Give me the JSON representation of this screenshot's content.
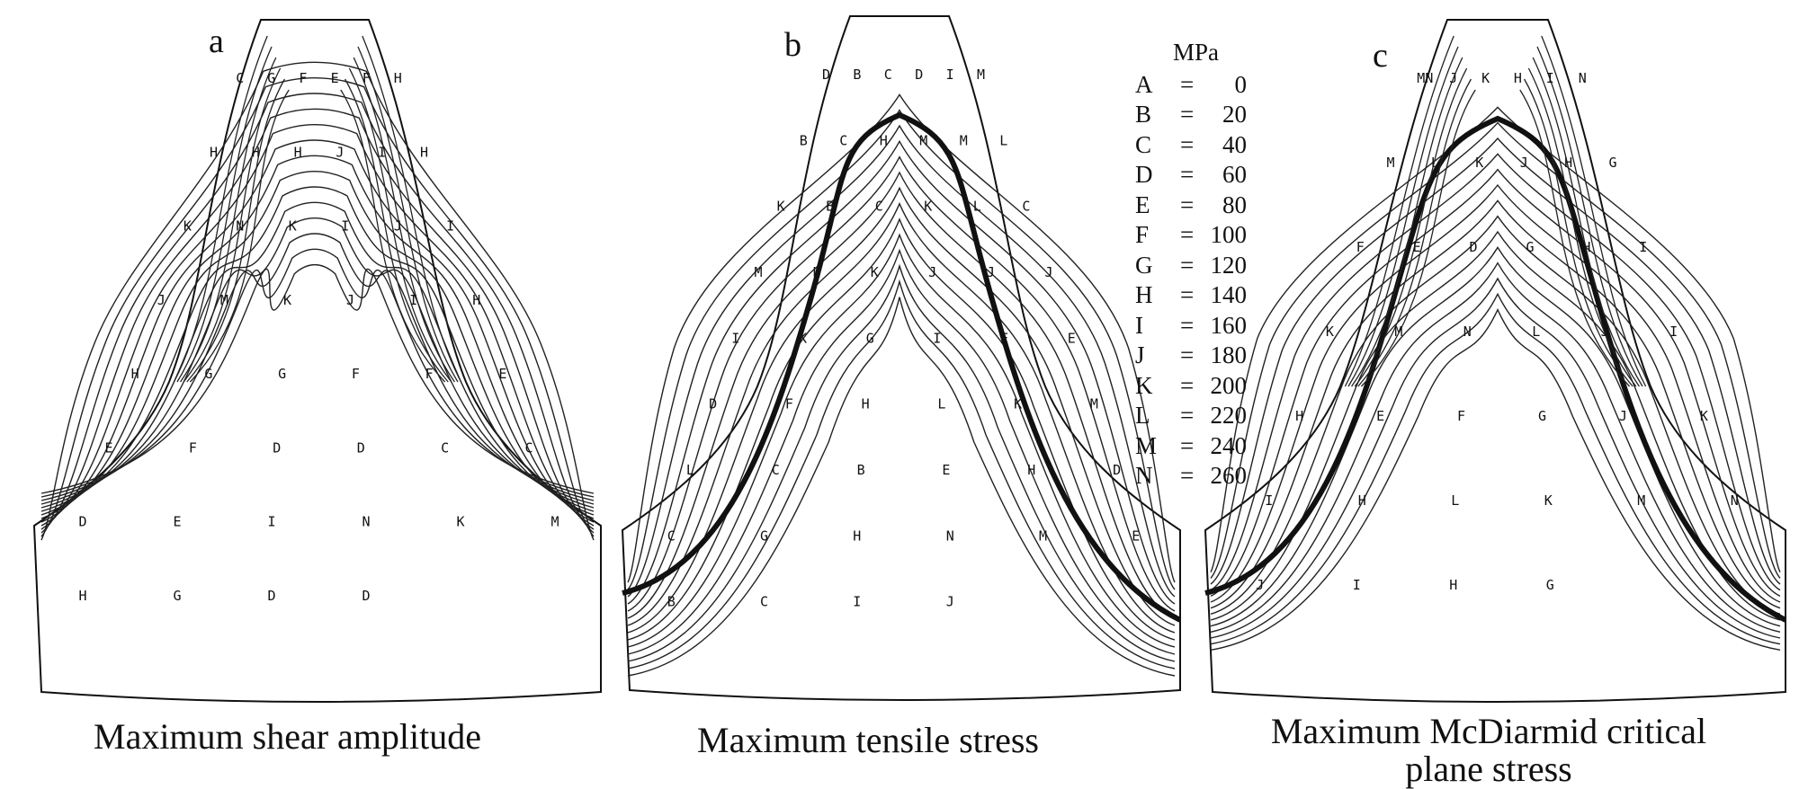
{
  "figure": {
    "panels": [
      {
        "letter": "a",
        "caption": "Maximum shear amplitude"
      },
      {
        "letter": "b",
        "caption": "Maximum tensile stress"
      },
      {
        "letter": "c",
        "caption": "Maximum McDiarmid critical plane stress"
      }
    ],
    "legend": {
      "unit": "MPa",
      "entries": [
        {
          "key": "A",
          "value": "0"
        },
        {
          "key": "B",
          "value": "20"
        },
        {
          "key": "C",
          "value": "40"
        },
        {
          "key": "D",
          "value": "60"
        },
        {
          "key": "E",
          "value": "80"
        },
        {
          "key": "F",
          "value": "100"
        },
        {
          "key": "G",
          "value": "120"
        },
        {
          "key": "H",
          "value": "140"
        },
        {
          "key": "I",
          "value": "160"
        },
        {
          "key": "J",
          "value": "180"
        },
        {
          "key": "K",
          "value": "200"
        },
        {
          "key": "L",
          "value": "220"
        },
        {
          "key": "M",
          "value": "240"
        },
        {
          "key": "N",
          "value": "260"
        }
      ]
    },
    "contour_labels": {
      "a": [
        "C",
        "G",
        "F",
        "E",
        "F",
        "H",
        "H",
        "H",
        "H",
        "J",
        "I",
        "H",
        "K",
        "N",
        "K",
        "I",
        "J",
        "I",
        "J",
        "M",
        "K",
        "J",
        "I",
        "H",
        "H",
        "G",
        "G",
        "F",
        "F",
        "E",
        "E",
        "F",
        "D",
        "D",
        "C",
        "C",
        "D",
        "E",
        "I",
        "N",
        "K",
        "M",
        "H",
        "G",
        "D",
        "D"
      ],
      "b": [
        "D",
        "B",
        "C",
        "D",
        "I",
        "M",
        "B",
        "C",
        "H",
        "M",
        "M",
        "L",
        "K",
        "B",
        "C",
        "K",
        "L",
        "C",
        "M",
        "L",
        "K",
        "J",
        "J",
        "J",
        "I",
        "K",
        "G",
        "I",
        "F",
        "E",
        "D",
        "F",
        "H",
        "L",
        "K",
        "M",
        "L",
        "C",
        "B",
        "E",
        "H",
        "D",
        "C",
        "G",
        "H",
        "N",
        "M",
        "E",
        "B",
        "C",
        "I",
        "J"
      ],
      "c": [
        "MN",
        "J",
        "K",
        "H",
        "I",
        "N",
        "M",
        "L",
        "K",
        "J",
        "H",
        "G",
        "F",
        "E",
        "D",
        "G",
        "H",
        "I",
        "K",
        "M",
        "N",
        "L",
        "J",
        "I",
        "H",
        "E",
        "F",
        "G",
        "J",
        "K",
        "I",
        "H",
        "L",
        "K",
        "M",
        "N",
        "J",
        "I",
        "H",
        "G"
      ]
    }
  }
}
